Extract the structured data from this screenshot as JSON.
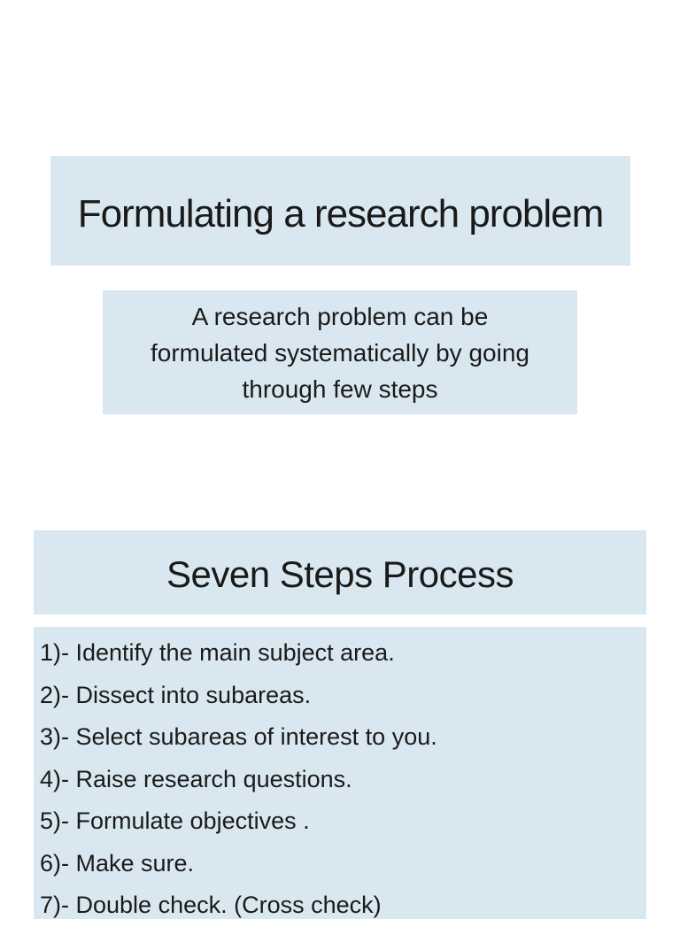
{
  "page": {
    "background_color": "#ffffff",
    "box_color": "#d9e8f0",
    "text_color": "#1a1a1a"
  },
  "slide": {
    "title": "Formulating a research problem",
    "subtitle": "A research problem can be\nformulated systematically by going\nthrough few steps",
    "section_heading": "Seven Steps Process",
    "steps": {
      "items": [
        "1)- Identify the main subject area.",
        "2)- Dissect into subareas.",
        "3)- Select subareas of interest to you.",
        "4)- Raise research questions.",
        "5)- Formulate objectives .",
        "6)- Make sure.",
        "7)- Double check. (Cross check)"
      ]
    }
  }
}
